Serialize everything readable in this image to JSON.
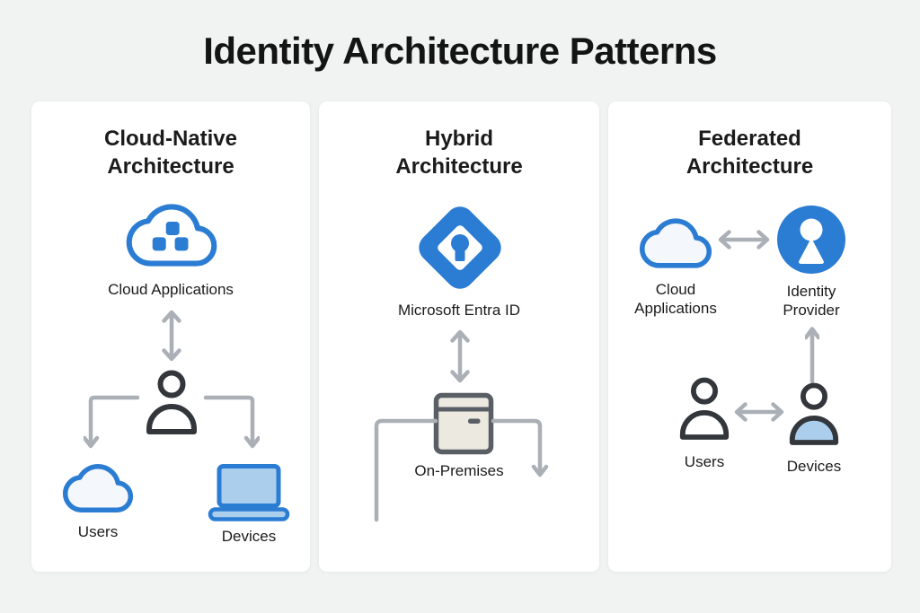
{
  "page": {
    "title": "Identity Architecture Patterns"
  },
  "colors": {
    "page_background": "#f1f2f2",
    "panel_background": "#ffffff",
    "accent_blue": "#2b7cd3",
    "light_blue_fill": "#abceec",
    "cloud_light_fill": "#f4f7fb",
    "arrow_gray": "#aab0b6",
    "person_outline": "#33373c",
    "server_outline": "#5a5f66",
    "server_fill": "#ece9e1",
    "text": "#1b1b1b"
  },
  "panels": {
    "cloud_native": {
      "title": "Cloud-Native Architecture",
      "labels": {
        "cloud_applications": "Cloud Applications",
        "users": "Users",
        "devices": "Devices"
      }
    },
    "hybrid": {
      "title": "Hybrid Architecture",
      "labels": {
        "entra_id": "Microsoft Entra ID",
        "on_premises": "On-Premises"
      }
    },
    "federated": {
      "title": "Federated Architecture",
      "labels": {
        "cloud_applications": "Cloud Applications",
        "identity_provider": "Identity Provider",
        "users": "Users",
        "devices": "Devices"
      }
    }
  }
}
